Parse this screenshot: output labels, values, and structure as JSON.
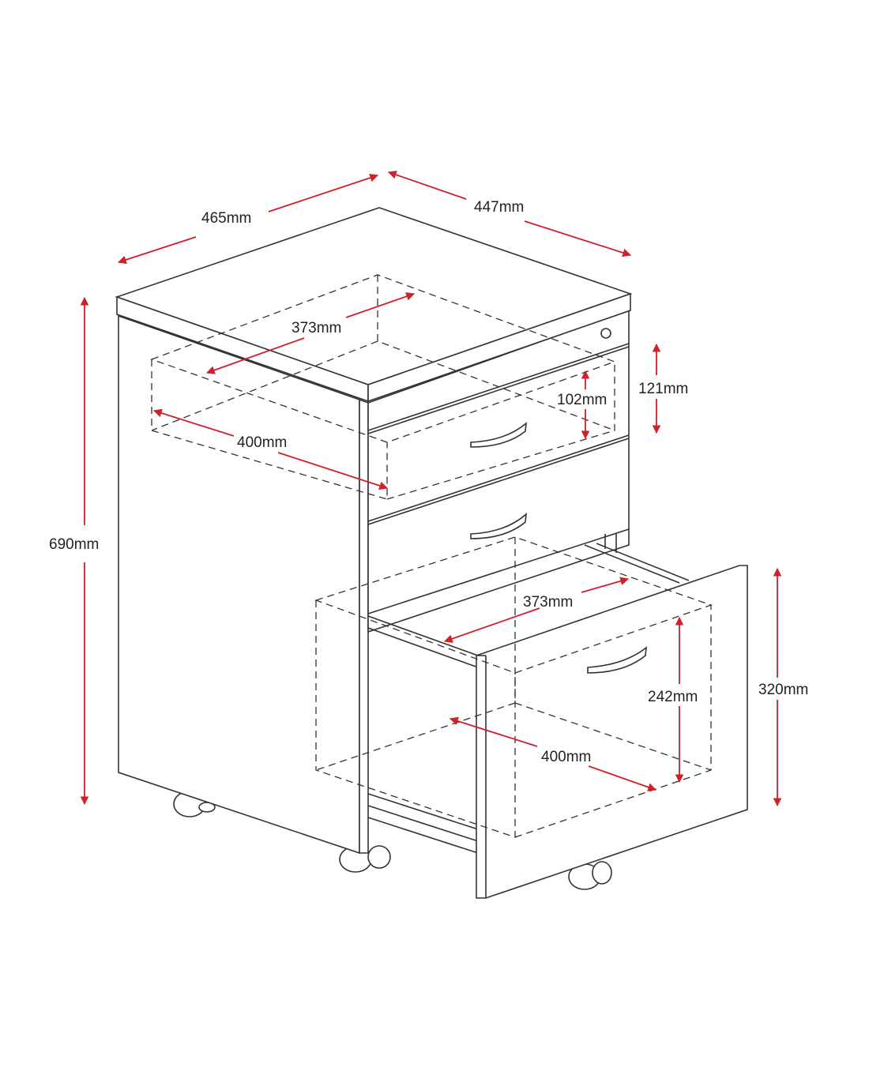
{
  "title": "Mobile pedestal dimensions",
  "colors": {
    "dimension": "#d0202a",
    "outline": "#333333"
  },
  "dimensions": {
    "overall_width": "465mm",
    "overall_depth": "447mm",
    "overall_height": "690mm",
    "top_drawer_height": "121mm",
    "top_drawer_internal_height": "102mm",
    "top_drawer_internal_width": "373mm",
    "top_drawer_internal_depth": "400mm",
    "file_drawer_internal_width": "373mm",
    "file_drawer_internal_depth": "400mm",
    "file_drawer_internal_height": "242mm",
    "file_drawer_height": "320mm"
  }
}
